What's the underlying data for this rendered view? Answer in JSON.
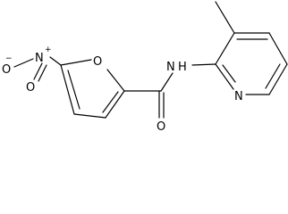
{
  "structure": {
    "atoms": {
      "nitro_o_left": "O",
      "nitro_o_minus": "−",
      "nitro_n": "N",
      "nitro_n_plus": "+",
      "nitro_o_bottom": "O",
      "furan_o": "O",
      "carbonyl_o": "O",
      "amide_n": "N",
      "amide_h": "H",
      "pyridine_n": "N"
    }
  }
}
